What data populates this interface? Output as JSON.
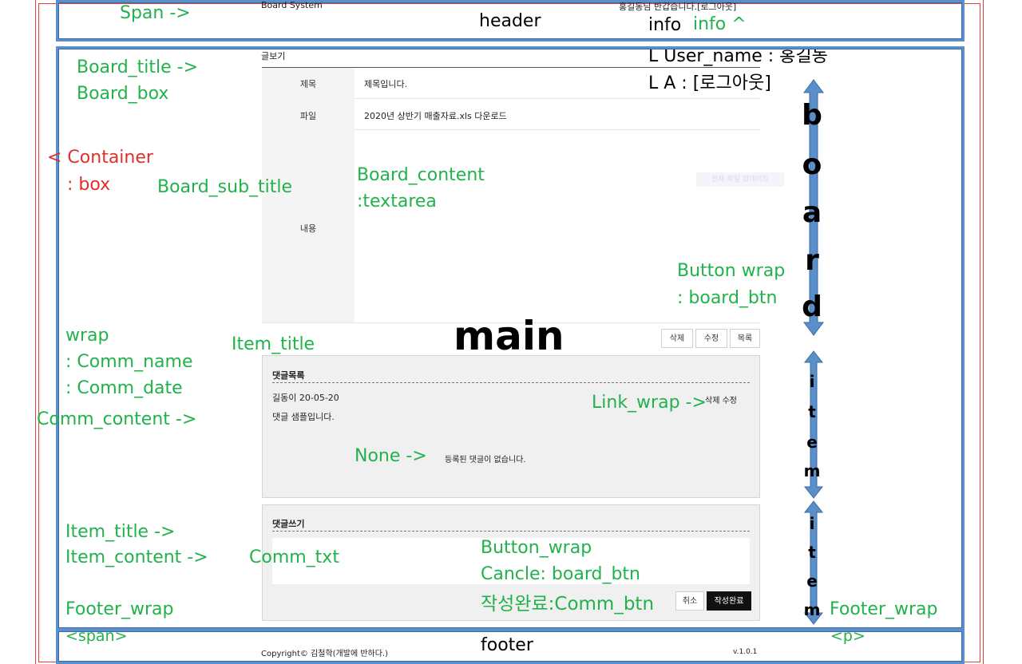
{
  "header": {
    "logo_text": "Board System",
    "welcome_text": "홍길동님 반갑습니다.[로그아웃]",
    "label": "header"
  },
  "board": {
    "crumb": "글보기",
    "rows": [
      {
        "label": "제목",
        "value": "제목입니다."
      },
      {
        "label": "파일",
        "value": "2020년 상반기 매출자료.xls 다운로드"
      },
      {
        "label": "내용",
        "value": ""
      }
    ],
    "faint_hint": "전체 파일 업데이트",
    "buttons": [
      "삭제",
      "수정",
      "목록"
    ]
  },
  "comments": {
    "title": "댓글목록",
    "author_date": "길동이 20-05-20",
    "content": "댓글 샘플입니다.",
    "links": "삭제 수정",
    "none_text": "등록된 댓글이 없습니다."
  },
  "write": {
    "title": "댓글쓰기",
    "cancel": "취소",
    "submit": "작성완료"
  },
  "footer": {
    "copyright": "Copyright© 김철학(개발에 반하다.)",
    "version": "v.1.0.1",
    "label": "footer"
  },
  "annotations": {
    "span_arrow": "Span ->",
    "info": "info",
    "info_caret": "info ^",
    "user_name": "L  User_name : 홍길동",
    "la": "L A : [로그아웃]",
    "board_title": "Board_title ->",
    "board_box": "Board_box",
    "container": "< Container",
    "container_box": ": box",
    "board_sub_title": "Board_sub_title",
    "board_content": "Board_content",
    "textarea": ":textarea",
    "button_wrap": "Button wrap",
    "board_btn": ": board_btn",
    "main": "main",
    "wrap": "wrap",
    "comm_name": ": Comm_name",
    "comm_date": ": Comm_date",
    "item_title": "Item_title",
    "comm_content": "Comm_content ->",
    "link_wrap": "Link_wrap ->",
    "none": "None ->",
    "item_title2": "Item_title ->",
    "item_content": "Item_content ->",
    "comm_txt": "Comm_txt",
    "button_wrap2": "Button_wrap",
    "cancle": "Cancle: board_btn",
    "submit_label": "작성완료:Comm_btn",
    "footer_wrap_left": "Footer_wrap",
    "footer_wrap_right": "Footer_wrap",
    "span_tag": "<span>",
    "p_tag": "<p>",
    "board_vertical": [
      "b",
      "o",
      "a",
      "r",
      "d"
    ],
    "item_vertical_1": [
      "i",
      "t",
      "e",
      "m"
    ],
    "item_vertical_2": [
      "i",
      "t",
      "e",
      "m"
    ]
  }
}
